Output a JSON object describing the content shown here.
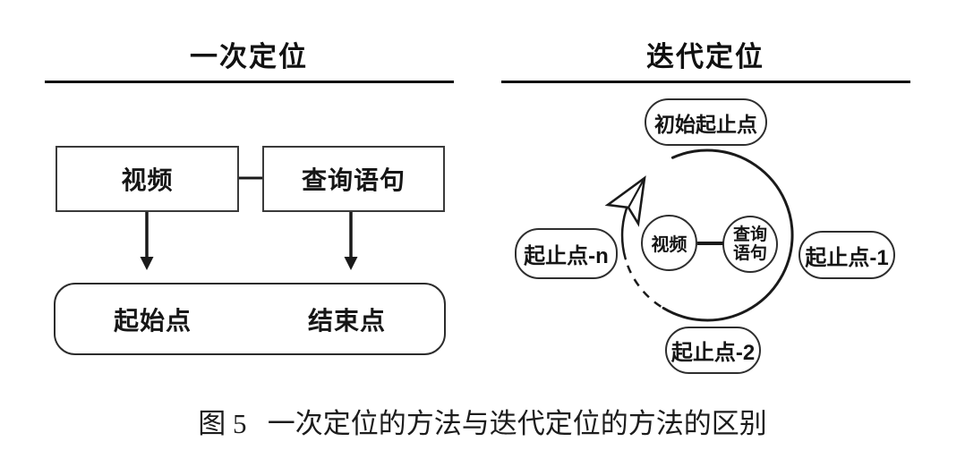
{
  "figure": {
    "caption": "图 5   一次定位的方法与迭代定位的方法的区别"
  },
  "left_panel": {
    "title": "一次定位",
    "video_box_label": "视频",
    "query_box_label": "查询语句",
    "start_label": "起始点",
    "end_label": "结束点"
  },
  "right_panel": {
    "title": "迭代定位",
    "initial_pill_label": "初始起止点",
    "video_circle_label": "视频",
    "query_circle_label": "查询\n语句",
    "pill_1_label": "起止点-1",
    "pill_2_label": "起止点-2",
    "pill_n_label": "起止点-n"
  },
  "colors": {
    "line": "#1a1a1a",
    "text": "#161616",
    "background": "#ffffff"
  }
}
